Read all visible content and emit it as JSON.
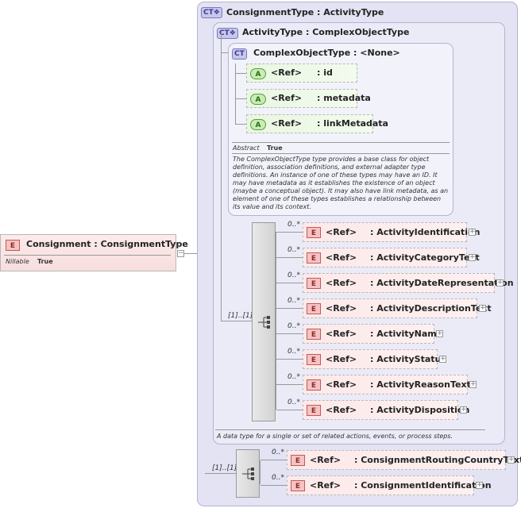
{
  "root": {
    "badge": "E",
    "name": "Consignment",
    "sep": ":",
    "type": "ConsignmentType",
    "nillable_label": "Nillable",
    "nillable_value": "True"
  },
  "ct_outer": {
    "badge": "CT",
    "title": "ConsignmentType : ActivityType"
  },
  "ct_middle": {
    "badge": "CT",
    "title": "ActivityType : ComplexObjectType",
    "documentation": "A data type for a single or set of related actions, events, or process steps."
  },
  "ct_inner": {
    "badge": "CT",
    "title": "ComplexObjectType : <None>",
    "abstract_label": "Abstract",
    "abstract_value": "True",
    "documentation": "The ComplexObjectType type provides a base class for object definition, association definitions, and external adapter type definitions. An instance of one of these types may have an ID. It may have metadata as it establishes the existence of an object (maybe a conceptual object). It may also have link metadata, as an element of one of these types establishes a relationship between its value and its context."
  },
  "attributes": [
    {
      "badge": "A",
      "ref": "<Ref>",
      "name": ": id"
    },
    {
      "badge": "A",
      "ref": "<Ref>",
      "name": ": metadata"
    },
    {
      "badge": "A",
      "ref": "<Ref>",
      "name": ": linkMetadata"
    }
  ],
  "activity_sequence": {
    "occurrence": "[1]..[1]",
    "elements": [
      {
        "occ": "0..*",
        "badge": "E",
        "ref": "<Ref>",
        "name": ": ActivityIdentification"
      },
      {
        "occ": "0..*",
        "badge": "E",
        "ref": "<Ref>",
        "name": ": ActivityCategoryText"
      },
      {
        "occ": "0..*",
        "badge": "E",
        "ref": "<Ref>",
        "name": ": ActivityDateRepresentation"
      },
      {
        "occ": "0..*",
        "badge": "E",
        "ref": "<Ref>",
        "name": ": ActivityDescriptionText"
      },
      {
        "occ": "0..*",
        "badge": "E",
        "ref": "<Ref>",
        "name": ": ActivityName"
      },
      {
        "occ": "0..*",
        "badge": "E",
        "ref": "<Ref>",
        "name": ": ActivityStatus"
      },
      {
        "occ": "0..*",
        "badge": "E",
        "ref": "<Ref>",
        "name": ": ActivityReasonText"
      },
      {
        "occ": "0..*",
        "badge": "E",
        "ref": "<Ref>",
        "name": ": ActivityDisposition"
      }
    ]
  },
  "consignment_sequence": {
    "occurrence": "[1]..[1]",
    "elements": [
      {
        "occ": "0..*",
        "badge": "E",
        "ref": "<Ref>",
        "name": ": ConsignmentRoutingCountryText"
      },
      {
        "occ": "0..*",
        "badge": "E",
        "ref": "<Ref>",
        "name": ": ConsignmentIdentification"
      }
    ]
  },
  "expand_glyph": "+",
  "collapse_glyph": "−"
}
